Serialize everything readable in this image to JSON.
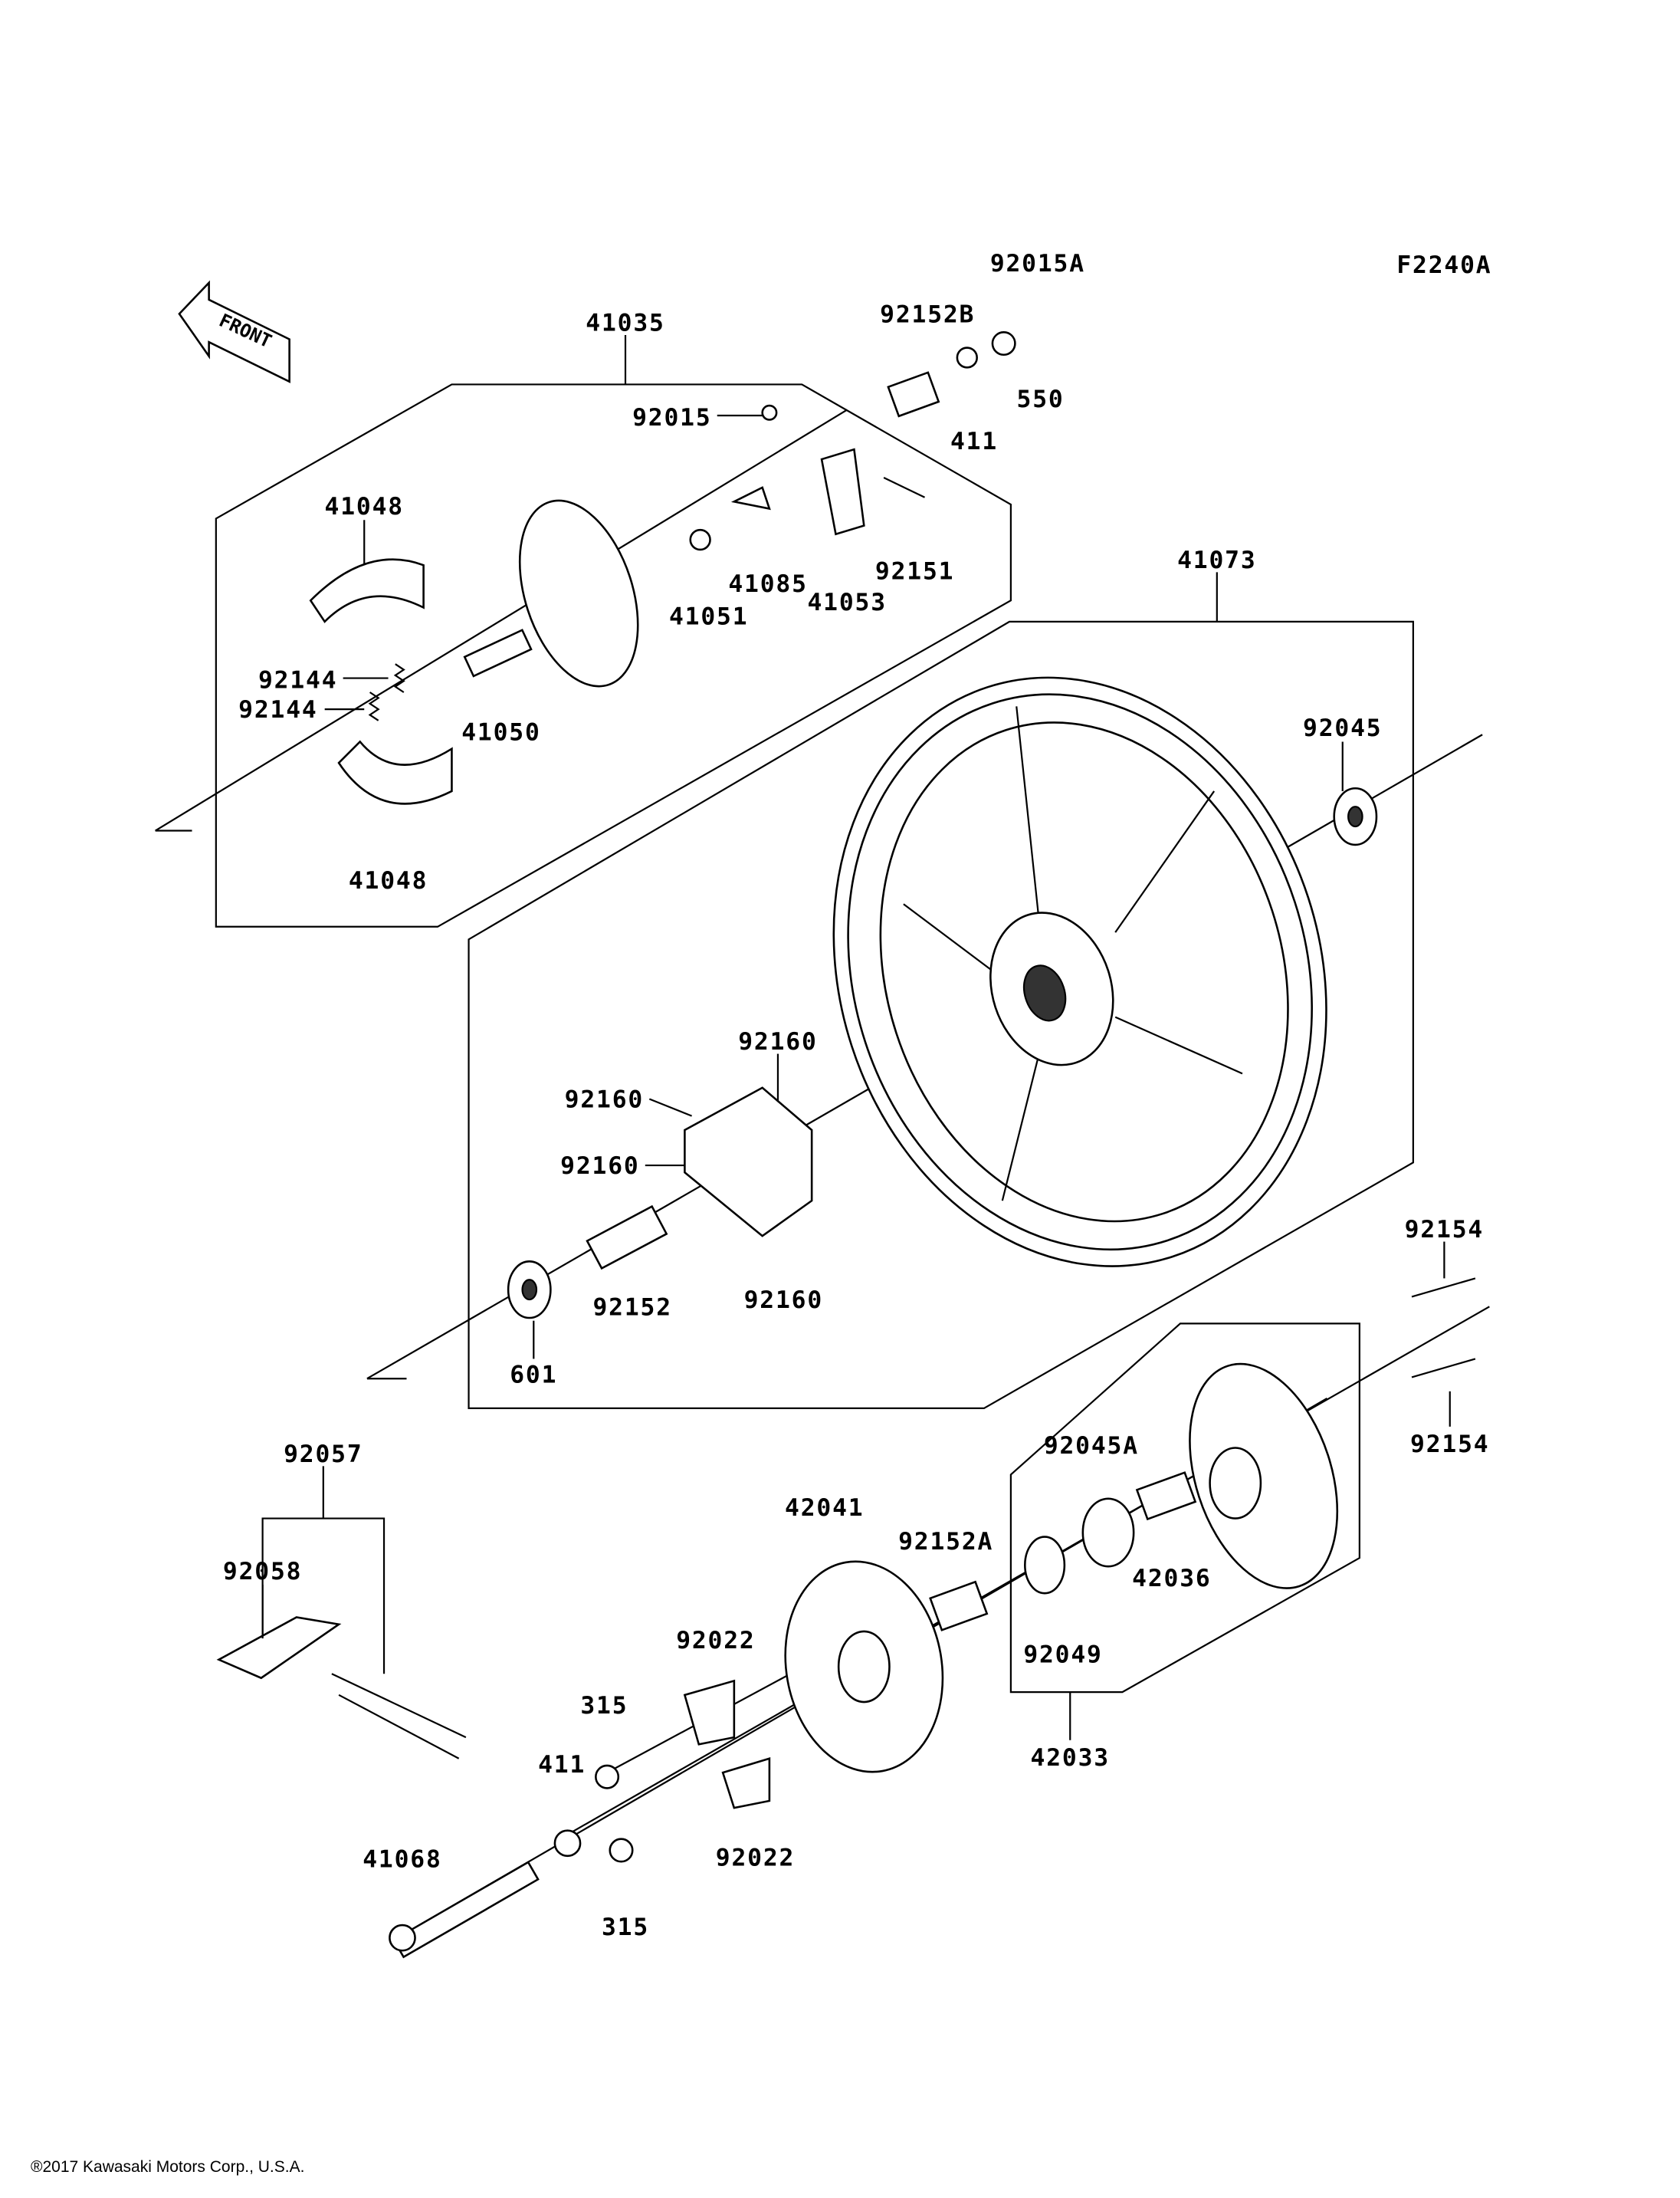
{
  "diagram_id": "F2240A",
  "front_label": "FRONT",
  "labels": [
    "92015A",
    "92152B",
    "41035",
    "550",
    "411",
    "92015",
    "41048",
    "92151",
    "41085",
    "41053",
    "41051",
    "41073",
    "92144",
    "92144",
    "41050",
    "92045",
    "41048",
    "92160",
    "92160",
    "92160",
    "92152",
    "92160",
    "601",
    "92154",
    "92154",
    "92057",
    "92045A",
    "42041",
    "92058",
    "92152A",
    "42036",
    "92022",
    "92049",
    "315",
    "411",
    "42033",
    "41068",
    "92022",
    "315"
  ],
  "footer": "®2017 Kawasaki Motors Corp., U.S.A."
}
